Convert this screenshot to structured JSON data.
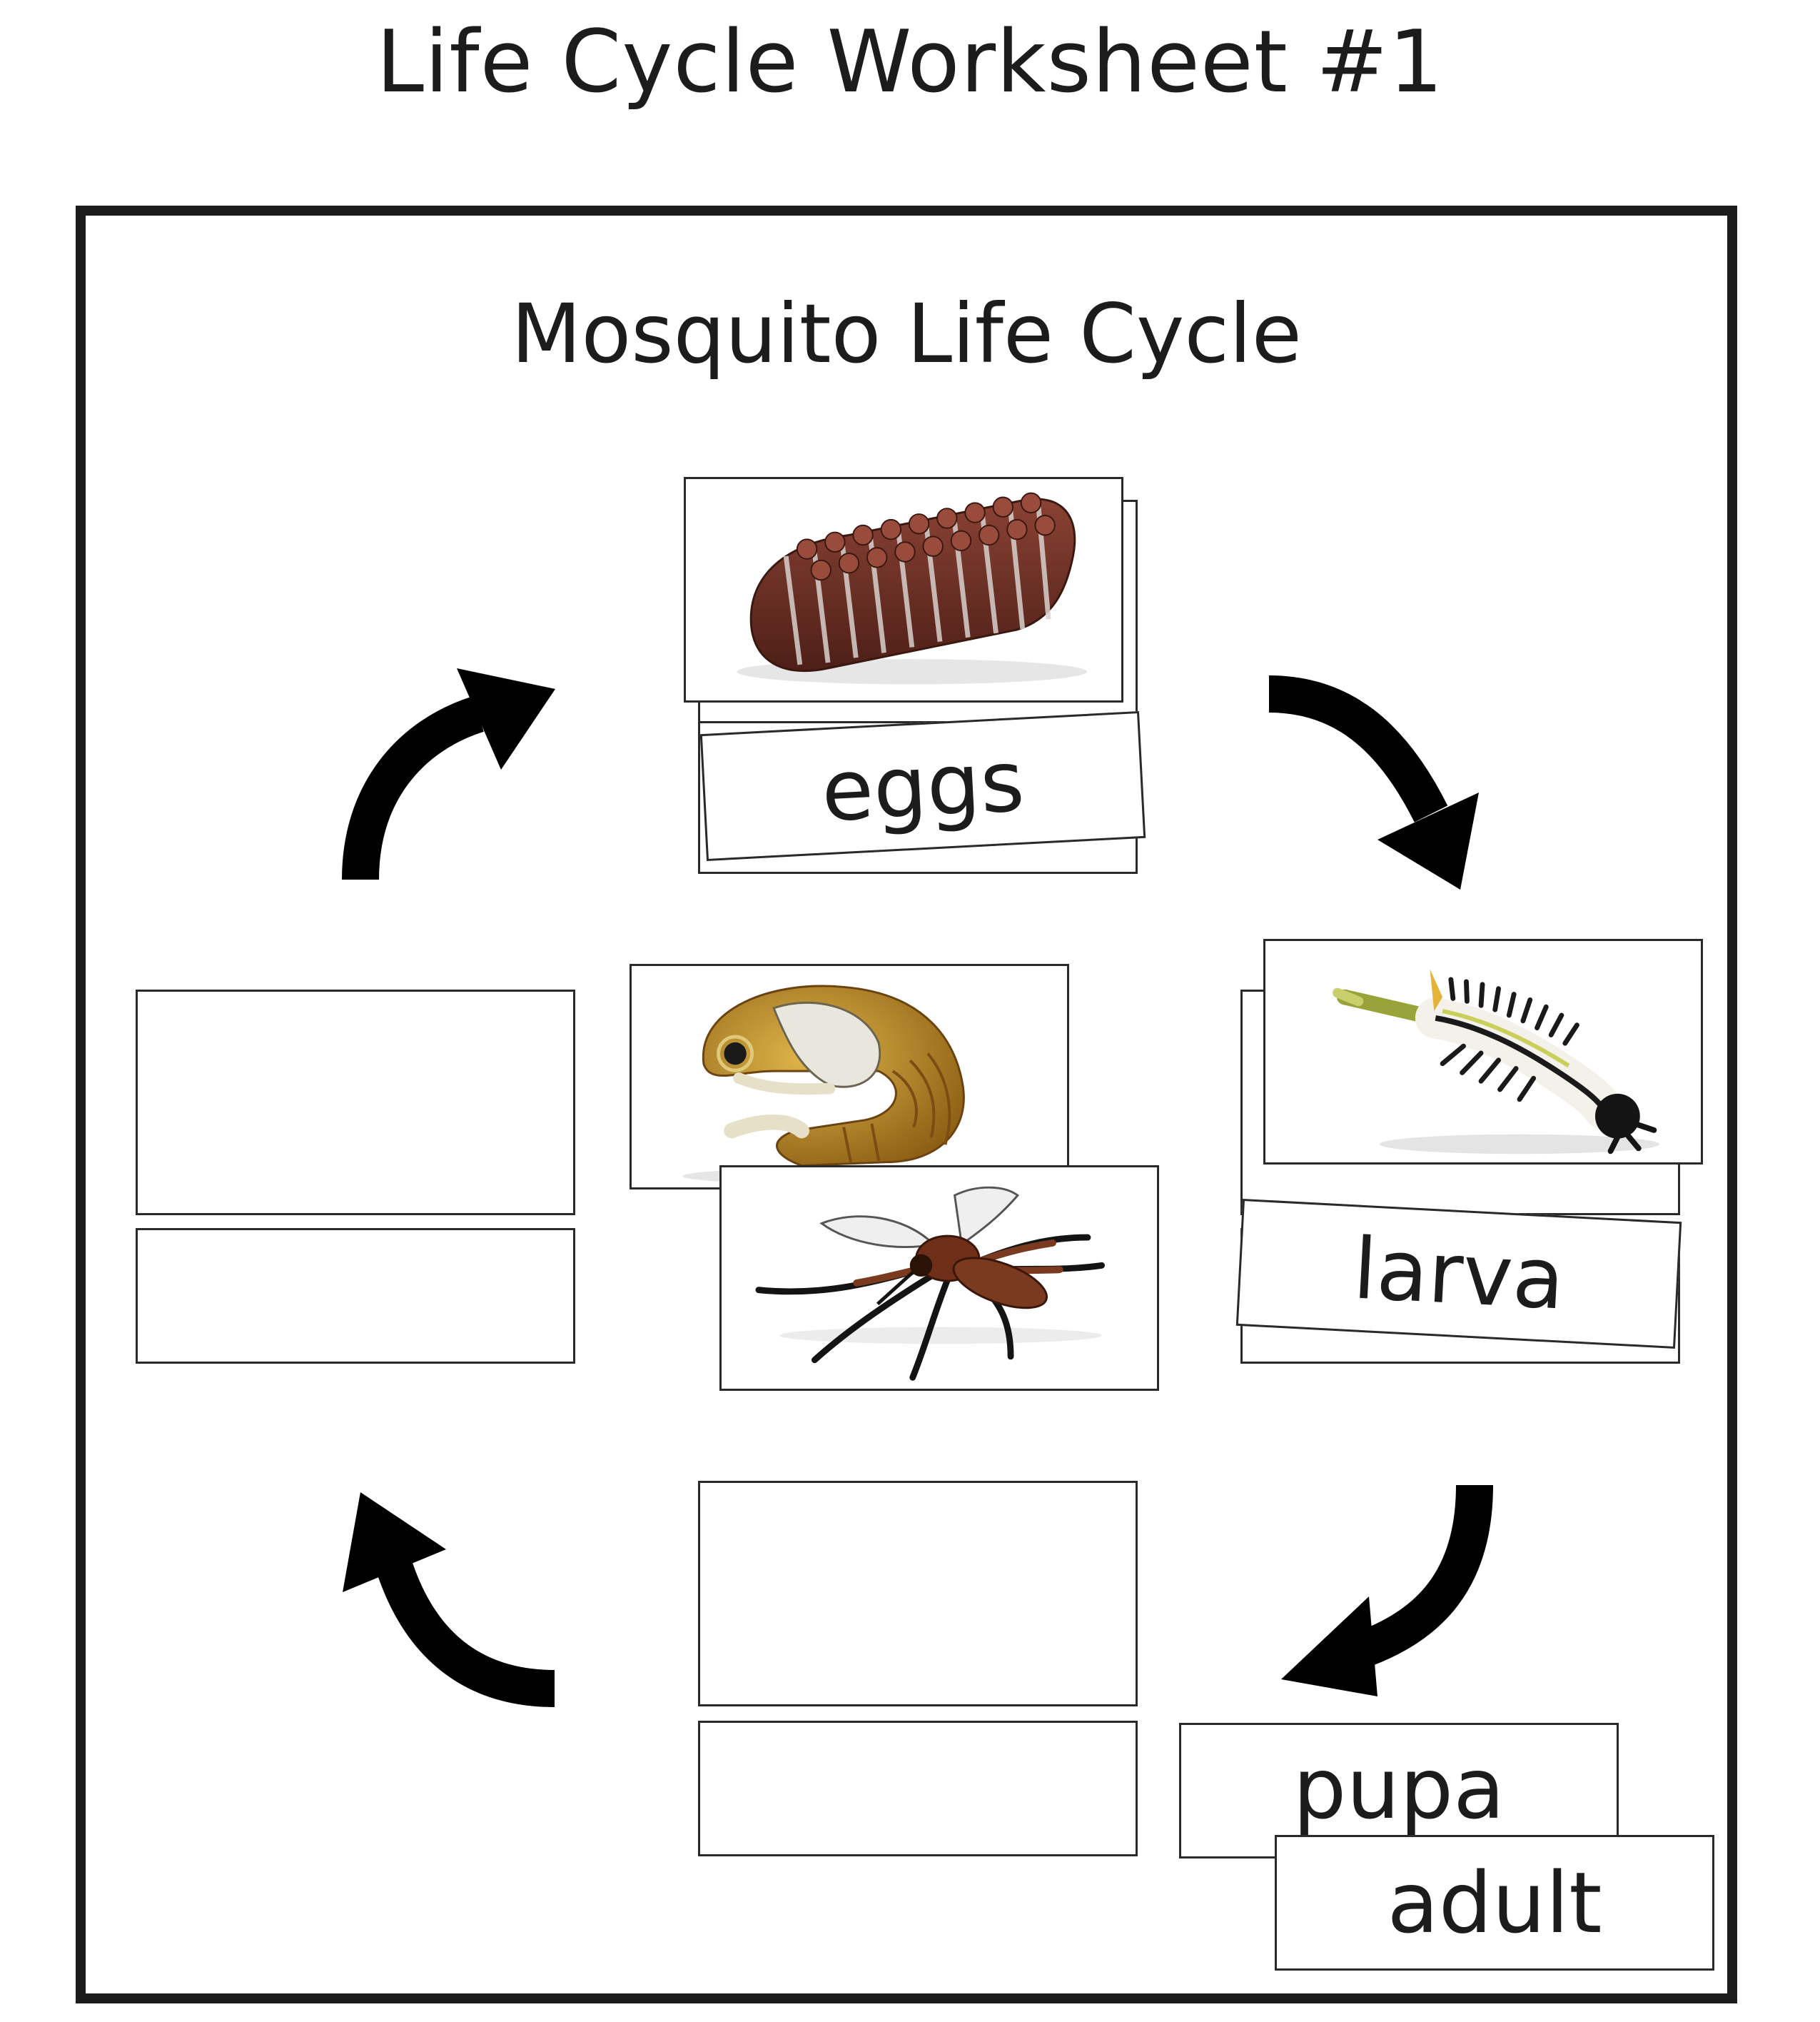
{
  "worksheet": {
    "title": "Life Cycle Worksheet #1",
    "subtitle": "Mosquito Life Cycle"
  },
  "cards": {
    "eggs_label": "eggs",
    "larva_label": "larva",
    "pupa_label": "pupa",
    "adult_label": "adult"
  },
  "images": {
    "eggs": "mosquito-eggs-figurine",
    "pupa": "mosquito-pupa-figurine",
    "adult": "mosquito-adult-figurine",
    "larva": "mosquito-larva-figurine"
  },
  "colors": {
    "ink": "#1c1c1c",
    "card_border": "#2a2a2a",
    "egg_brown": "#6b2f22",
    "pupa_gold": "#b8872a",
    "adult_brown": "#7a3a20"
  }
}
